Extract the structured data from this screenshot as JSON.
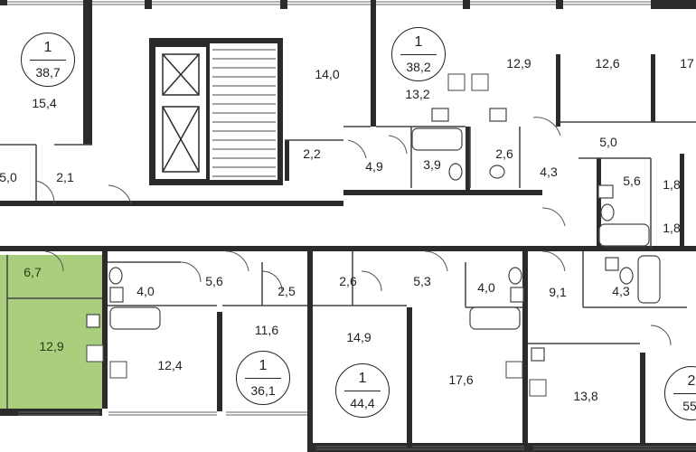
{
  "colors": {
    "wall": "#2b2b2b",
    "selected_fill": "#a9cf7e",
    "line": "#444444"
  },
  "icons": [
    "elevator-icon",
    "stove-icon",
    "sink-icon",
    "toilet-icon",
    "bathtub-icon"
  ],
  "apartments": [
    {
      "id": "a",
      "rooms": "1",
      "area": "38,7"
    },
    {
      "id": "b",
      "rooms": "1",
      "area": "38,2"
    },
    {
      "id": "c",
      "rooms": "1",
      "area": "36,1"
    },
    {
      "id": "d",
      "rooms": "1",
      "area": "44,4"
    },
    {
      "id": "e",
      "rooms": "2",
      "area": "55,"
    }
  ],
  "rooms": [
    "15,4",
    "5,0",
    "2,1",
    "14,0",
    "2,2",
    "4,9",
    "13,2",
    "3,9",
    "2,6",
    "12,9",
    "12,6",
    "17",
    "4,3",
    "5,0",
    "5,6",
    "1,8",
    "1,8",
    "6,7",
    "12,9",
    "4,0",
    "12,4",
    "5,6",
    "2,5",
    "11,6",
    "2,6",
    "14,9",
    "5,3",
    "4,0",
    "17,6",
    "9,1",
    "4,3",
    "13,8"
  ]
}
